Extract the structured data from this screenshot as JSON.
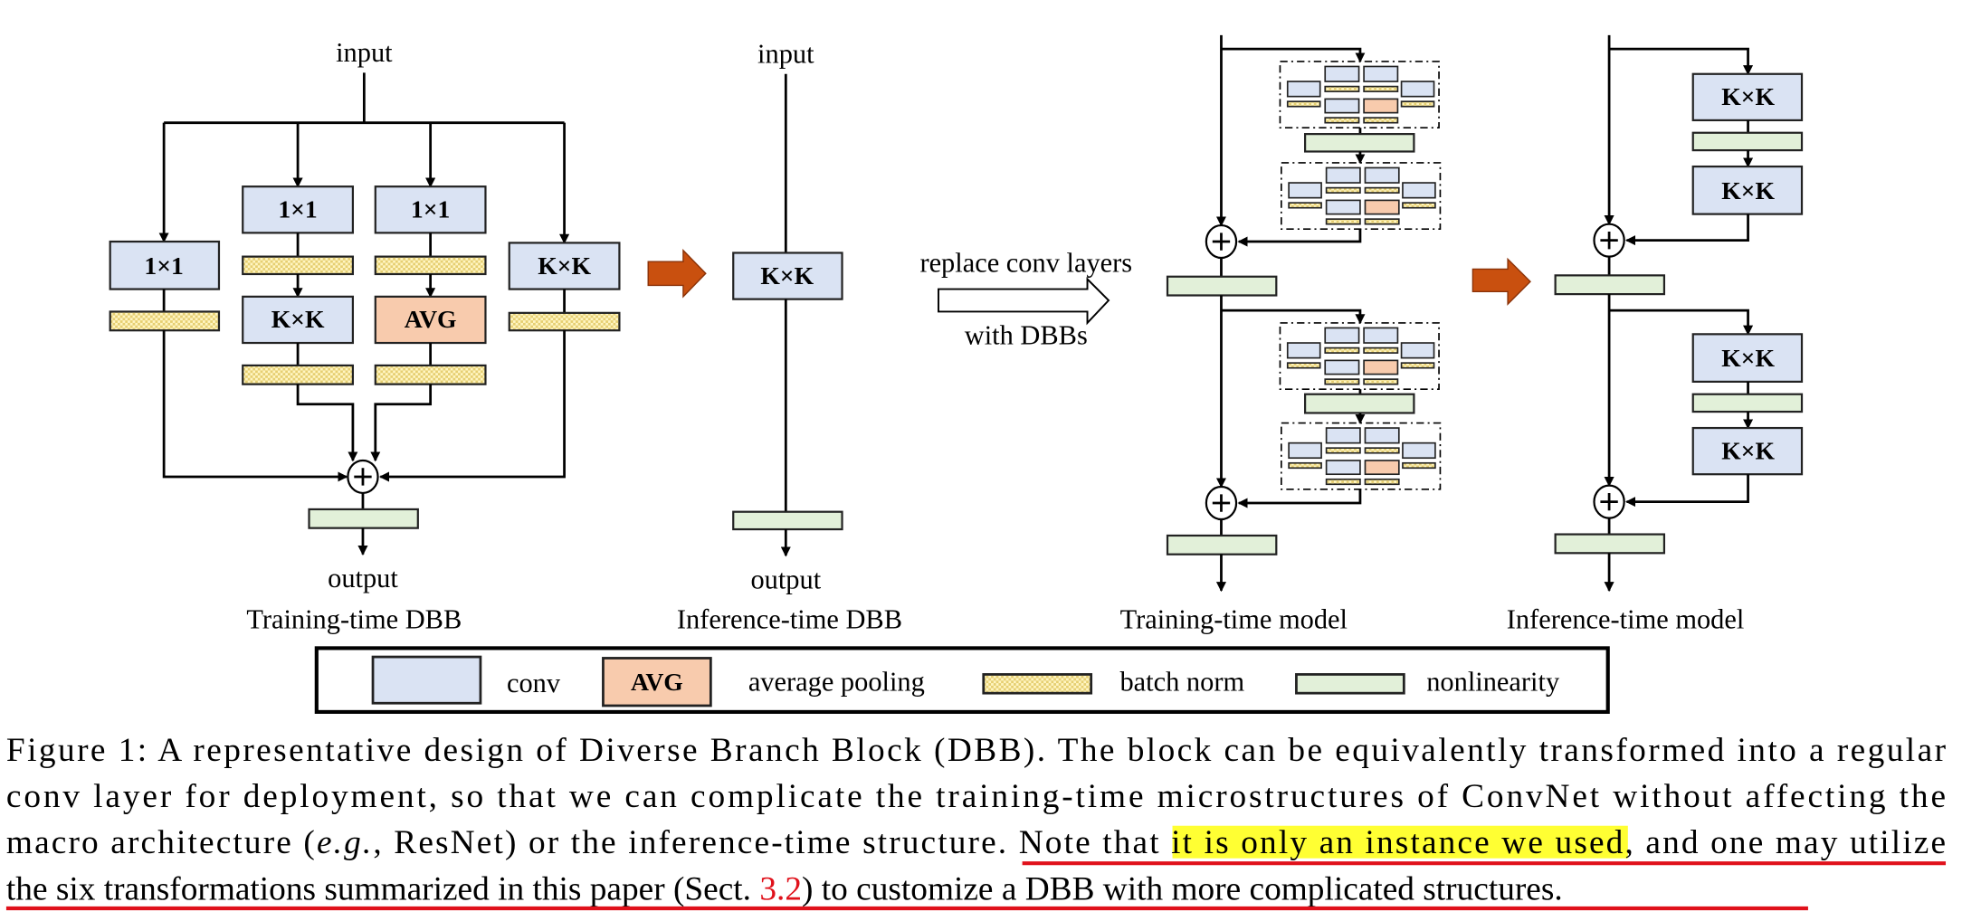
{
  "figure": {
    "training_dbb": {
      "input": "input",
      "output": "output",
      "title": "Training-time DBB",
      "boxes": [
        "1×1",
        "1×1",
        "K×K",
        "1×1",
        "AVG",
        "K×K"
      ]
    },
    "inference_dbb": {
      "input": "input",
      "output": "output",
      "title": "Inference-time DBB",
      "box": "K×K"
    },
    "replace_arrow": {
      "line1": "replace conv layers",
      "line2": "with DBBs"
    },
    "training_model": {
      "title": "Training-time model"
    },
    "inference_model": {
      "title": "Inference-time model",
      "box": "K×K"
    },
    "legend": {
      "conv": "conv",
      "avg_swatch": "AVG",
      "avg": "average pooling",
      "bn": "batch norm",
      "nonlin": "nonlinearity"
    },
    "colors": {
      "conv": "#dae3f3",
      "avg": "#f8cbad",
      "bn_light": "#fff5c2",
      "bn_dark": "#e6cf72",
      "nonlin": "#e2f0d9",
      "arrow": "#c9500f",
      "highlight": "#ffff33",
      "underline": "#e0111b",
      "ref": "#e0111b"
    }
  },
  "caption": {
    "line1": "Figure 1: A representative design of Diverse Branch Block (DBB). The block can be equivalently transformed into a regular",
    "line2": "conv layer for deployment, so that we can complicate the training-time microstructures of ConvNet without affecting the",
    "line3_a": "macro architecture (",
    "line3_eg": "e.g.",
    "line3_b": ", ResNet) or the inference-time structure. ",
    "line3_c": "Note that ",
    "line3_hl": "it is only an instance we used,",
    "line3_d": " and one may utilize",
    "line4_a": "the six transformations summarized in this paper (Sect. ",
    "line4_ref": "3.2",
    "line4_b": ") to customize a DBB with more complicated structures."
  }
}
